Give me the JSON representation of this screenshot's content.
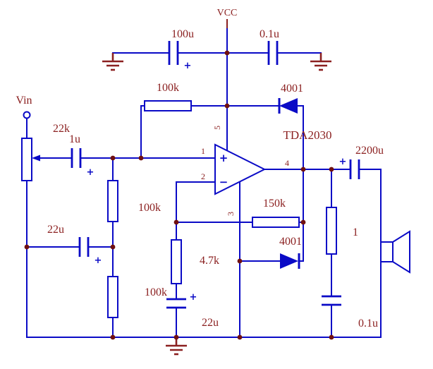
{
  "colors": {
    "wire_blue": "#0a0ac6",
    "label_red": "#8b2020",
    "junction_dot": "#701010",
    "background": "#ffffff"
  },
  "power": {
    "vcc": "VCC"
  },
  "input": {
    "vin": "Vin"
  },
  "supply": {
    "bulk_cap": "100u",
    "bypass_cap": "0.1u"
  },
  "bias": {
    "r_top": "100k",
    "r_mid": "100k",
    "r_bottom": "100k",
    "c_bypass": "22u"
  },
  "input_stage": {
    "pot": "22k",
    "coupling_cap": "1u"
  },
  "opamp": {
    "part": "TDA2030",
    "plus": "+",
    "minus": "−",
    "pin1": "1",
    "pin2": "2",
    "pin3": "3",
    "pin4": "4",
    "pin5": "5"
  },
  "feedback": {
    "r_feedback": "150k",
    "r_gain": "4.7k",
    "c_gain": "22u"
  },
  "protection": {
    "d_top": "4001",
    "d_bottom": "4001"
  },
  "output": {
    "coupling_cap": "2200u",
    "zobel_r": "1",
    "zobel_c": "0.1u"
  },
  "marks": {
    "plus": "+"
  }
}
